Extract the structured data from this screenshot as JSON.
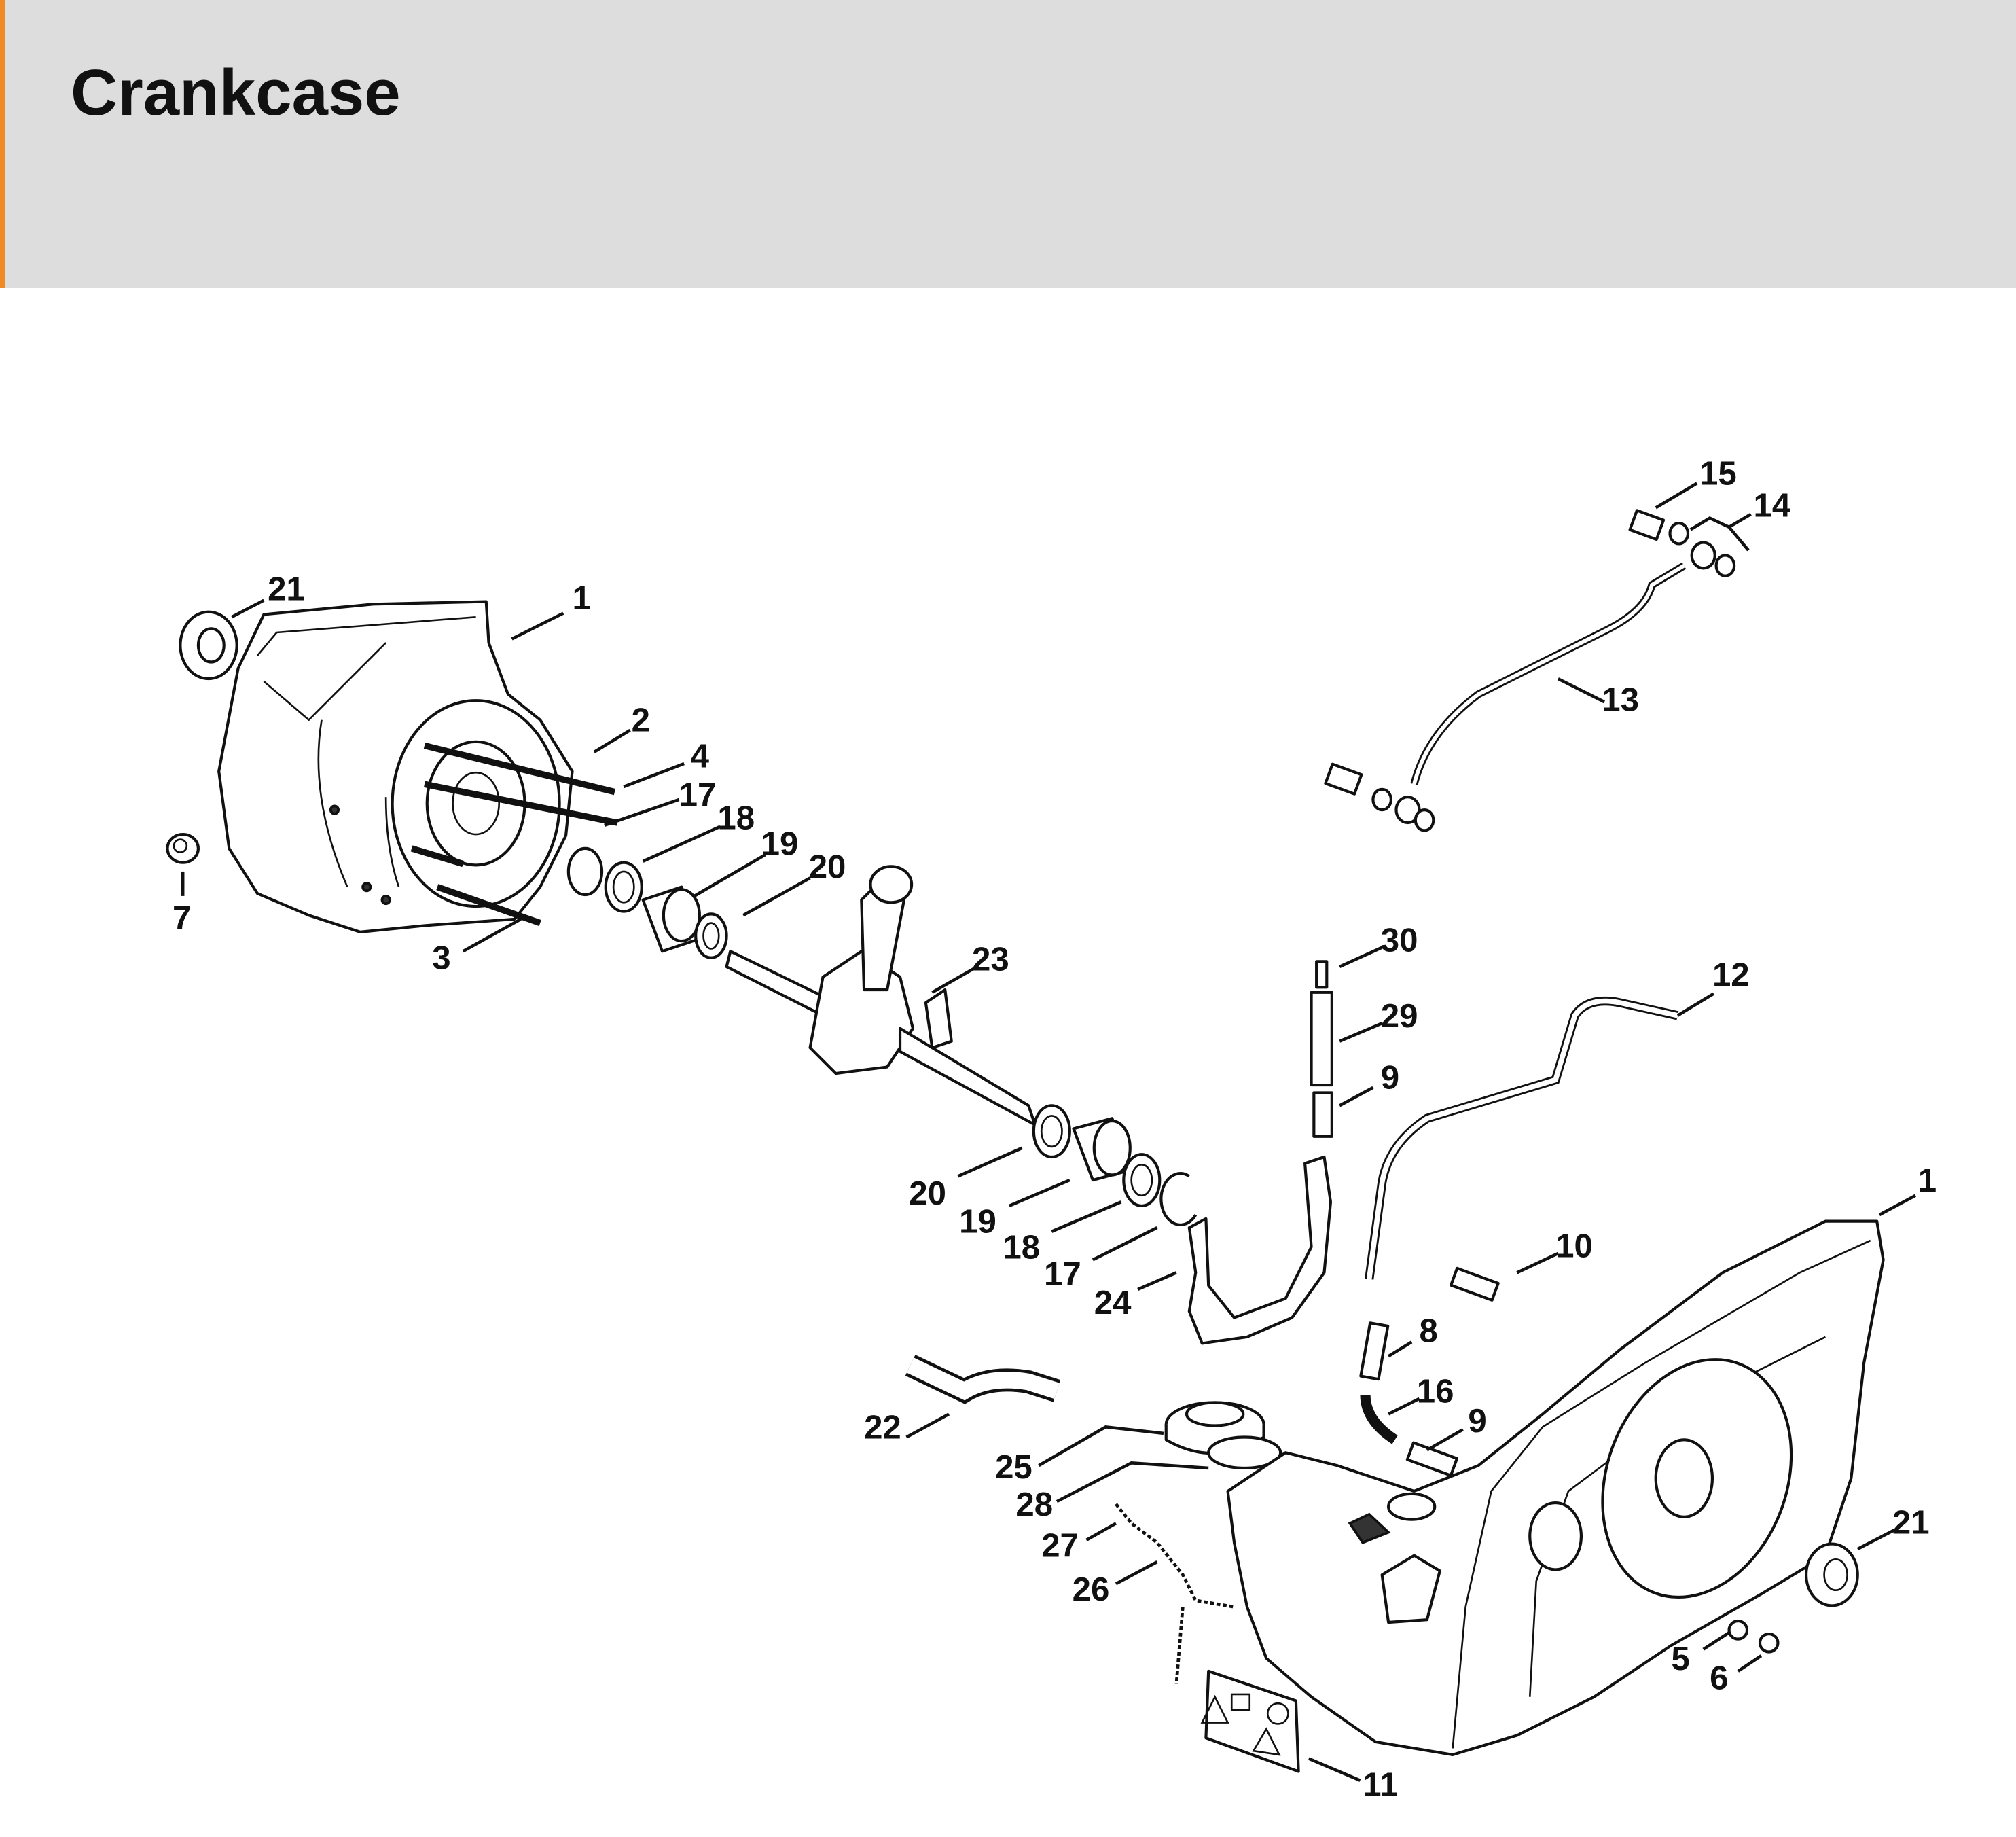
{
  "header": {
    "title": "Crankcase",
    "accent_color": "#f08a24",
    "background_color": "#dcdddc"
  },
  "callouts": [
    "1",
    "21",
    "2",
    "4",
    "17",
    "18",
    "19",
    "20",
    "7",
    "3",
    "23",
    "13",
    "15",
    "14",
    "30",
    "29",
    "9",
    "12",
    "1",
    "10",
    "20",
    "19",
    "18",
    "17",
    "24",
    "8",
    "16",
    "9",
    "22",
    "25",
    "28",
    "27",
    "26",
    "21",
    "5",
    "6",
    "11"
  ]
}
